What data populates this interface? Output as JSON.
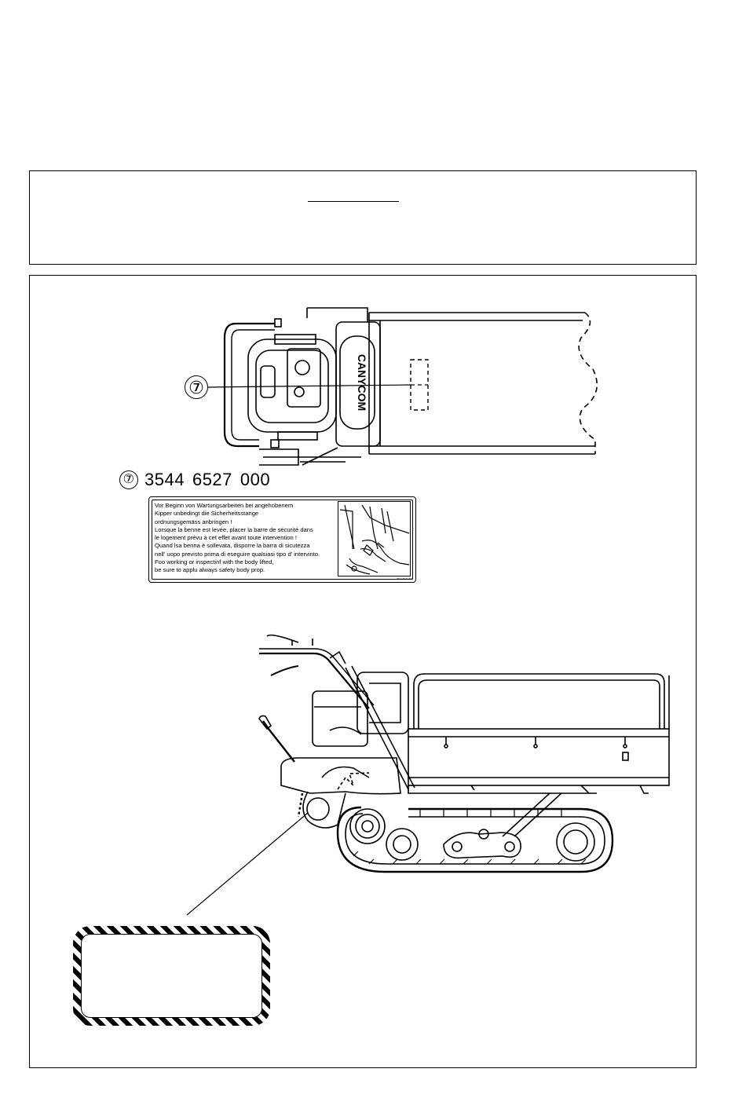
{
  "top_view": {
    "callout_number": "⑦",
    "brand_text": "CANYCOM"
  },
  "part": {
    "callout": "⑦",
    "number_groups": [
      "3544",
      "6527",
      "000"
    ]
  },
  "safety_label": {
    "lines": [
      "Vor Beginn von Wartungsarbeiten bei angehobenem",
      "Kipper unbedingt die Sicherheitsstange",
      "ordnungsgemäss anbringen !",
      "Lorsque la benne est levée, placer la barre de sécurité  dans",
      "le logement prévu à cet effet avant toute intervention !",
      "Quand lsa benna è sollevata, disporre la barra di sicutezza",
      "nell' uopo previsto prima di eseguire qualsiasi tipo d' intervinto.",
      "Foo working or inspectinf with the body lifted,",
      "be sure to applu always safety body prop."
    ],
    "code": "3544 6527 000"
  }
}
